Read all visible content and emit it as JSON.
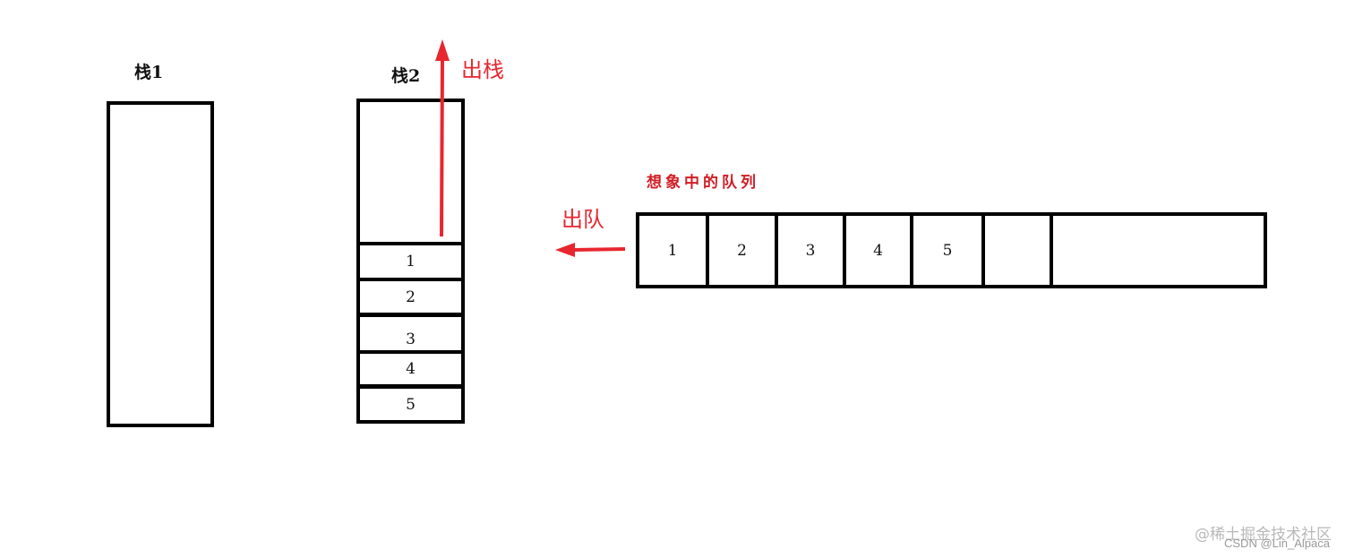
{
  "stack1": {
    "title": "栈1"
  },
  "stack2": {
    "title": "栈2",
    "items": [
      "1",
      "2",
      "3",
      "4",
      "5"
    ]
  },
  "pop_label": "出栈",
  "dequeue_label": "出队",
  "queue": {
    "caption": "想象中的队列",
    "cells": [
      "1",
      "2",
      "3",
      "4",
      "5",
      ""
    ]
  },
  "watermark": {
    "primary": "@稀土掘金技术社区",
    "secondary": "CSDN @Lin_Alpaca"
  },
  "colors": {
    "arrow": "#e8262f",
    "outline": "#000000",
    "caption": "#d21e26"
  },
  "icons": [
    "arrow-up-icon",
    "arrow-left-icon"
  ]
}
